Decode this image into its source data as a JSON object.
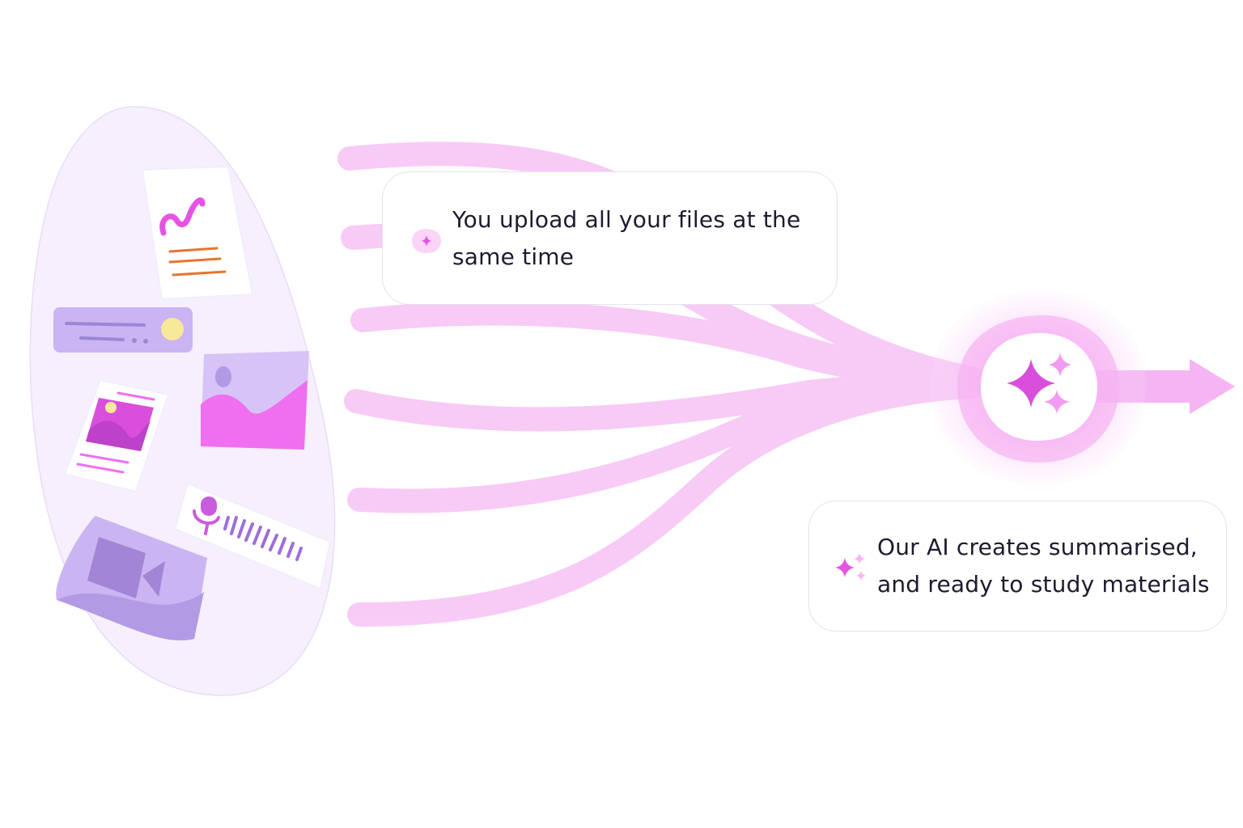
{
  "cards": {
    "upload": {
      "line1": "You upload all your files at the",
      "line2": "same time",
      "icon": "sparkle-badge-icon"
    },
    "ai": {
      "line1": "Our AI creates summarised,",
      "line2": "and ready to study materials",
      "icon": "sparkles-icon"
    }
  },
  "colors": {
    "stream": "#f7c6f6",
    "blob": "#f6effd",
    "accent": "#e553e3",
    "lavender": "#cbb4f2",
    "ink": "#1d1b2e"
  },
  "icons": [
    "document-chart-icon",
    "text-card-icon",
    "image-card-icon",
    "photo-document-icon",
    "audio-recording-icon",
    "video-card-icon",
    "ai-hub-icon",
    "arrow-right-icon"
  ]
}
